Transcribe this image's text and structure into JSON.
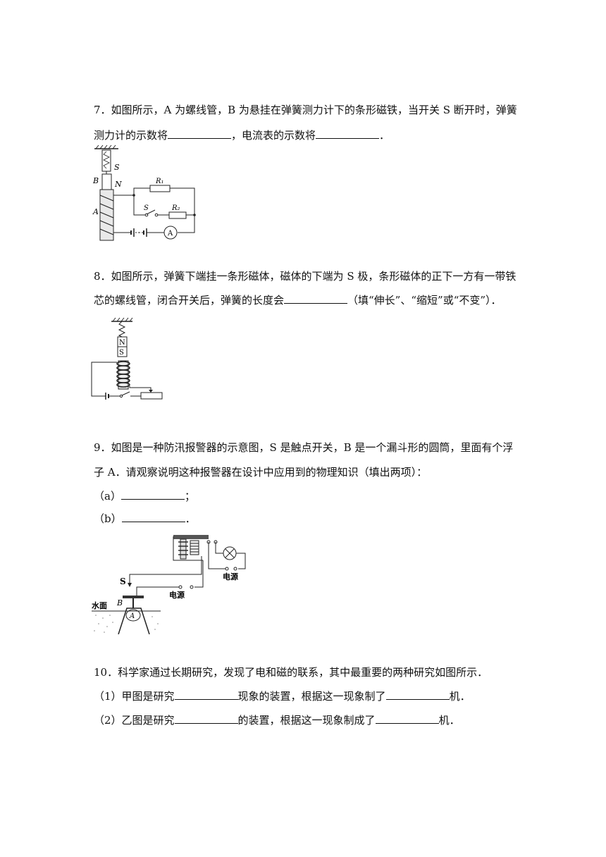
{
  "q7": {
    "line1": "7．如图所示，A 为螺线管，B 为悬挂在弹簧测力计下的条形磁铁，当开关 S 断开时，弹簧",
    "line2_a": "测力计的示数将",
    "line2_b": "，电流表的示数将",
    "line2_c": "．",
    "fig": {
      "S": "S",
      "B": "B",
      "N": "N",
      "A": "A",
      "R1": "R₁",
      "R2": "R₂",
      "switch_S": "S",
      "ammeter": "A"
    }
  },
  "q8": {
    "line1": "8．如图所示，弹簧下端挂一条形磁体，磁体的下端为 S 极，条形磁体的正下一方有一带铁",
    "line2_a": "芯的螺线管，闭合开关后，弹簧的长度会",
    "line2_b": "（填“伸长”、“缩短”或“不变”）．",
    "fig": {
      "N": "N",
      "S": "S"
    }
  },
  "q9": {
    "line1": "9．如图是一种防汛报警器的示意图，S 是触点开关，B 是一个漏斗形的圆筒，里面有个浮",
    "line2": "子 A．请观察说明这种报警器在设计中应用到的物理知识（填出两项）：",
    "a_label": "（a）",
    "a_end": "；",
    "b_label": "（b）",
    "b_end": "．",
    "fig": {
      "S": "S",
      "B": "B",
      "A": "A",
      "water": "水面",
      "power1": "电源",
      "power2": "电源"
    }
  },
  "q10": {
    "line1": "10．科学家通过长期研究，发现了电和磁的联系，其中最重要的两种研究如图所示．",
    "p1_a": "（1）甲图是研究",
    "p1_b": "现象的装置，根据这一现象制了",
    "p1_c": "机．",
    "p2_a": "（2）乙图是研究",
    "p2_b": "的装置，根据这一现象制成了",
    "p2_c": "机．"
  }
}
